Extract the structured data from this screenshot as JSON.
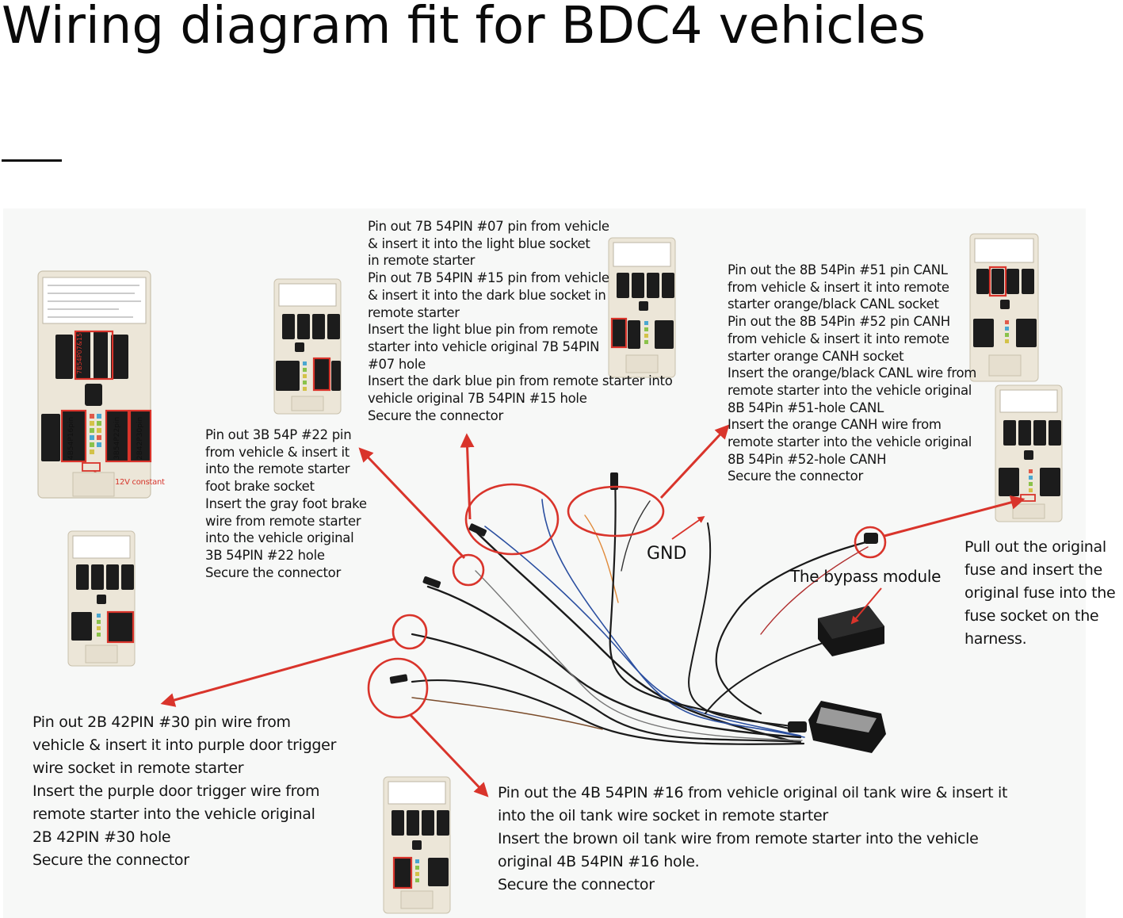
{
  "header": {
    "title": "Wiring diagram fit for BDC4 vehicles"
  },
  "labels": {
    "constant_12v": "12V constant",
    "gnd": "GND",
    "bypass_module": "The bypass module",
    "module_slot_tags": [
      "4B54P16pin",
      "3B54P22pin",
      "2B42P30pin"
    ]
  },
  "notes": {
    "pin_7b": "Pin out 7B 54PIN #07 pin from vehicle\n& insert it into the light blue socket\nin remote starter\nPin out 7B 54PIN #15 pin from vehicle\n& insert it into the dark blue socket in\nremote starter\nInsert the light blue pin from remote\nstarter into vehicle original 7B 54PIN\n#07 hole\nInsert the dark blue pin from remote starter into\nvehicle original 7B 54PIN #15 hole\nSecure the connector",
    "pin_8b": "Pin out the 8B 54Pin #51 pin CANL\nfrom vehicle & insert it into remote\nstarter orange/black CANL socket\nPin out the 8B 54Pin #52 pin CANH\nfrom vehicle & insert it into remote\nstarter orange CANH socket\nInsert the orange/black CANL wire from\nremote starter into the vehicle original\n8B 54Pin #51-hole CANL\nInsert the orange CANH wire from\nremote starter into the vehicle original\n8B 54Pin #52-hole CANH\nSecure the connector",
    "pin_3b": "Pin out 3B 54P #22 pin\nfrom vehicle & insert it\ninto the remote starter\nfoot brake socket\nInsert the gray foot brake\nwire from remote starter\ninto the vehicle original\n3B 54PIN #22 hole\nSecure the connector",
    "fuse": "Pull out the original\nfuse and insert the\noriginal fuse into the\nfuse socket on the\nharness.",
    "pin_2b": "Pin out 2B 42PIN #30 pin wire from\nvehicle & insert it into purple door trigger\nwire socket in remote starter\nInsert the purple door trigger wire from\nremote starter into the vehicle original\n2B 42PIN #30 hole\nSecure the connector",
    "pin_4b": "Pin out the 4B 54PIN #16 from vehicle original oil tank wire & insert it\ninto the oil tank wire socket in remote starter\nInsert the brown oil tank wire from remote starter into the vehicle\noriginal 4B 54PIN #16 hole.\nSecure the connector"
  },
  "colors": {
    "accent_red": "#d9342b",
    "module_body": "#ece6d8",
    "connector": "#1c1c1c",
    "background_panel": "#f7f8f7"
  }
}
